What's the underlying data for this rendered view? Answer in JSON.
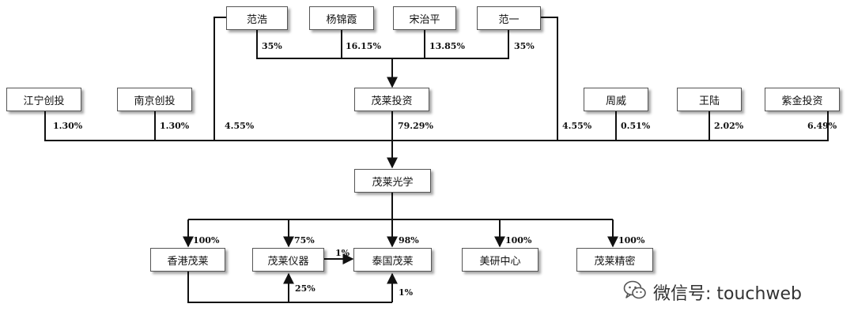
{
  "nodes": {
    "fan_hao": "范浩",
    "yang_jinxia": "杨锦霞",
    "song_zhiping": "宋治平",
    "fan_yi": "范一",
    "jiangning": "江宁创投",
    "nanjing": "南京创投",
    "maolai_invest": "茂莱投资",
    "zhou_wei": "周威",
    "wang_lu": "王陆",
    "zijin": "紫金投资",
    "maolai_optics": "茂莱光学",
    "hk_maolai": "香港茂莱",
    "maolai_instrument": "茂莱仪器",
    "thai_maolai": "泰国茂莱",
    "us_rd": "美研中心",
    "maolai_precision": "茂莱精密"
  },
  "edges": {
    "fan_hao_invest": "35%",
    "yang_invest": "16.15%",
    "song_invest": "13.85%",
    "fan_yi_invest": "35%",
    "jiangning_optics": "1.30%",
    "nanjing_optics": "1.30%",
    "fan_hao_optics": "4.55%",
    "invest_optics": "79.29%",
    "fan_yi_optics": "4.55%",
    "zhou_optics": "0.51%",
    "wang_optics": "2.02%",
    "zijin_optics": "6.49%",
    "optics_hk": "100%",
    "optics_instrument": "75%",
    "optics_thai": "98%",
    "optics_us": "100%",
    "optics_precision": "100%",
    "instrument_thai": "1%",
    "hk_instrument": "25%",
    "hk_thai": "1%"
  },
  "watermark": {
    "text": "微信号: touchweb",
    "icon": "wechat-icon"
  }
}
